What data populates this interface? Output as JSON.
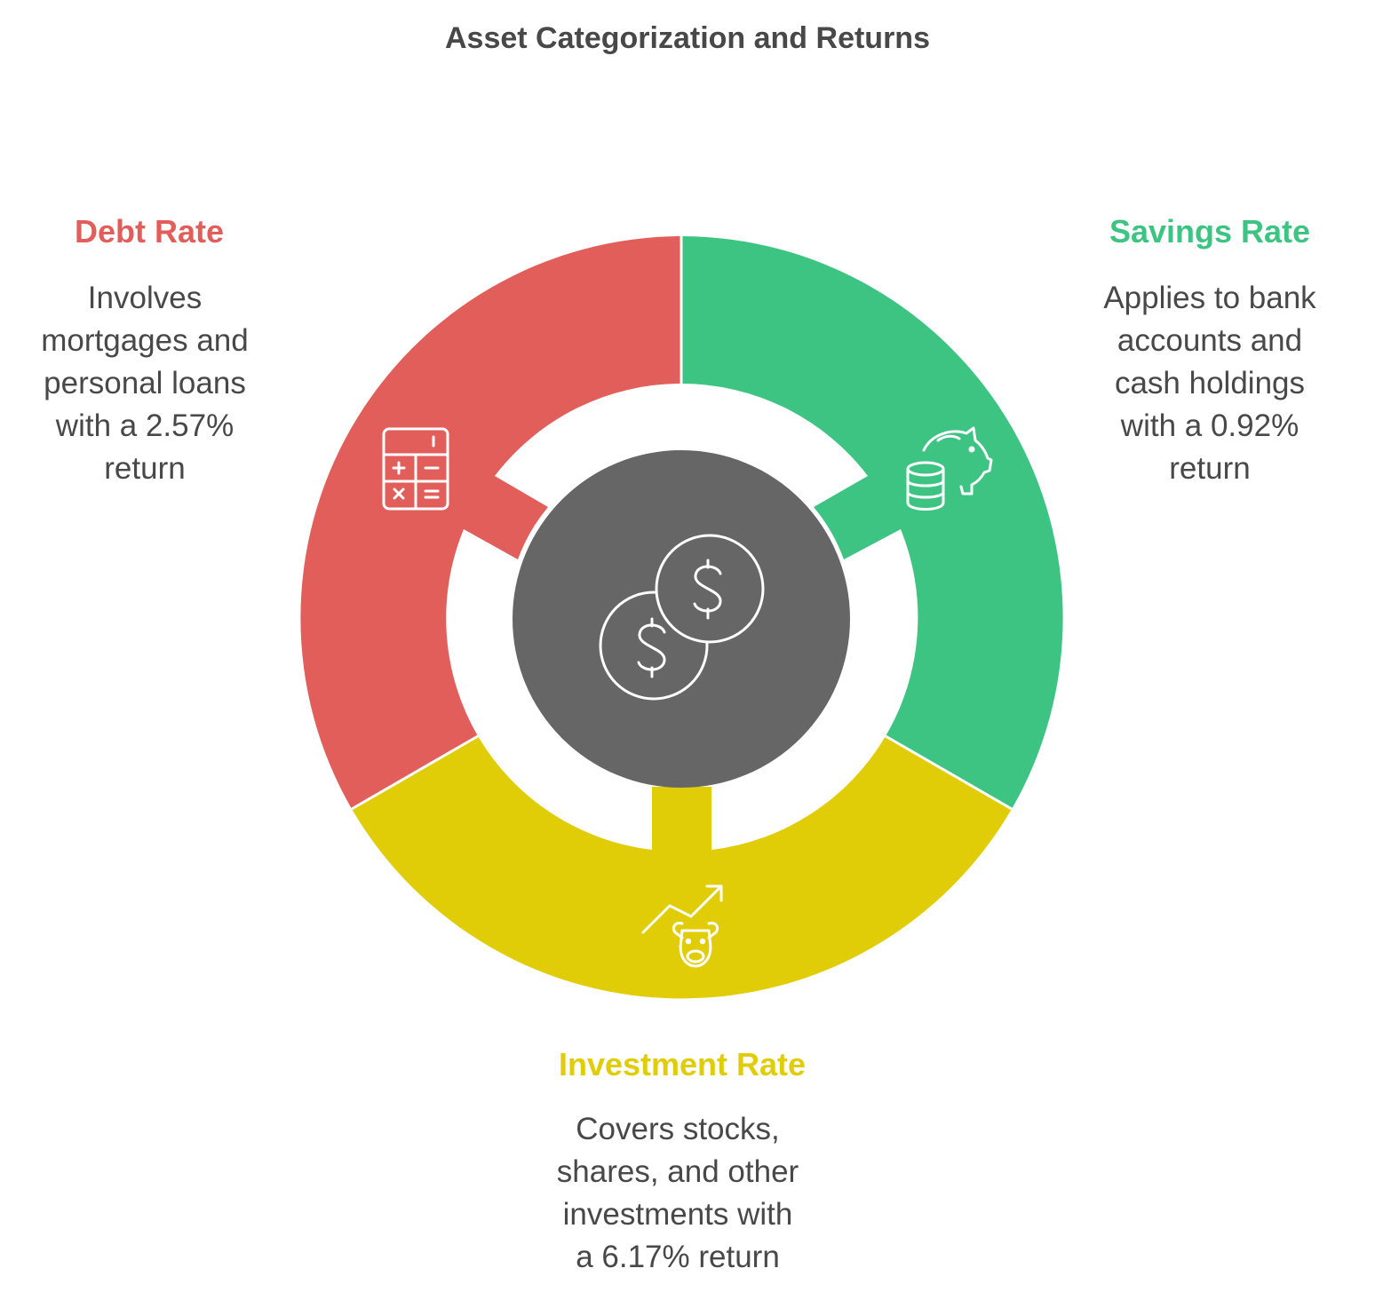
{
  "title": "Asset Categorization and Returns",
  "colors": {
    "debt": "#E25E5B",
    "savings": "#3EC482",
    "investment": "#E0CD08",
    "center": "#666666",
    "text": "#484848"
  },
  "segments": [
    {
      "key": "debt",
      "title": "Debt Rate",
      "description": [
        "Involves",
        "mortgages and",
        "personal loans",
        "with a 2.57%",
        "return"
      ],
      "icon": "calculator-icon"
    },
    {
      "key": "savings",
      "title": "Savings Rate",
      "description": [
        "Applies to bank",
        "accounts and",
        "cash holdings",
        "with a 0.92%",
        "return"
      ],
      "icon": "piggy-bank-coins-icon"
    },
    {
      "key": "investment",
      "title": "Investment Rate",
      "description": [
        "Covers stocks,",
        "shares, and other",
        "investments with",
        "a 6.17% return"
      ],
      "icon": "bull-market-icon"
    }
  ],
  "center_icon": "dollar-coins-icon"
}
